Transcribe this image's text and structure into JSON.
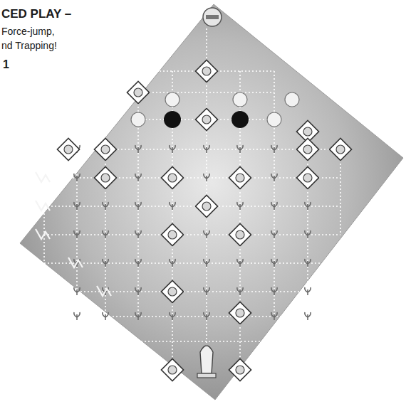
{
  "diagram": {
    "labels": [
      "CED PLAY –",
      "Force-jump,",
      "nd Trapping!",
      "1"
    ]
  }
}
